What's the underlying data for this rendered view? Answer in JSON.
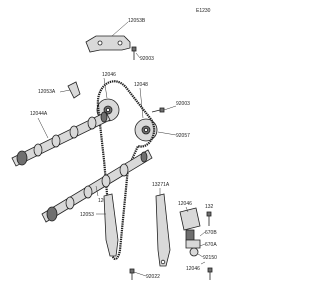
{
  "diagram": {
    "code": "E1230",
    "labels": {
      "l12053b": "12053B",
      "l92003": "92003",
      "l12046a": "12046",
      "l12048": "12048",
      "l12053a": "12053A",
      "l12044a": "12044A",
      "l92003b": "92003",
      "l92057": "92057",
      "l12044": "12044",
      "l13271a": "13271A",
      "l12053": "12053",
      "l12046b": "12046",
      "l132": "132",
      "l670b": "670B",
      "l670a": "670A",
      "l92150": "92150",
      "l92022": "92022",
      "l12046c": "12046"
    }
  }
}
